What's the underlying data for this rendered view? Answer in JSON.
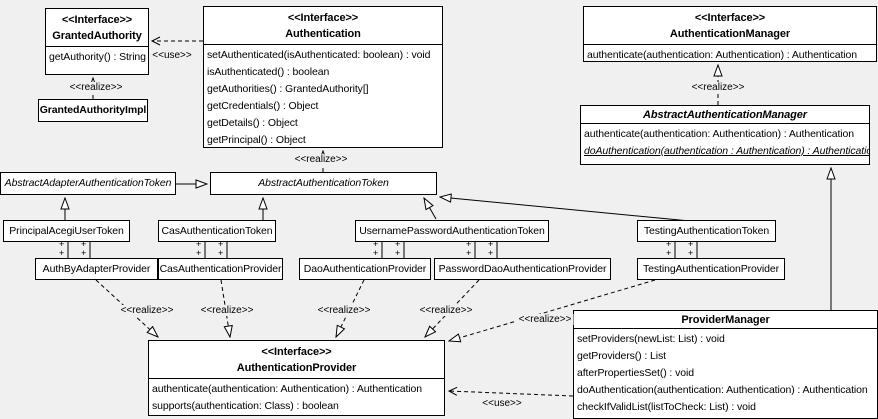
{
  "diagram": {
    "background": "#f0f0f0",
    "box_fill": "#ffffff",
    "line_color": "#000000",
    "labels": {
      "use": "<<use>>",
      "realize": "<<realize>>",
      "plus": "+"
    },
    "classes": {
      "grantedAuthority": {
        "stereotype": "<<Interface>>",
        "name": "GrantedAuthority",
        "methods": [
          "getAuthority() : String"
        ]
      },
      "grantedAuthorityImpl": {
        "name": "GrantedAuthorityImpl"
      },
      "authentication": {
        "stereotype": "<<Interface>>",
        "name": "Authentication",
        "methods": [
          "setAuthenticated(isAuthenticated: boolean) : void",
          "isAuthenticated() : boolean",
          "getAuthorities() : GrantedAuthority[]",
          "getCredentials() : Object",
          "getDetails() : Object",
          "getPrincipal() : Object"
        ]
      },
      "authenticationManager": {
        "stereotype": "<<Interface>>",
        "name": "AuthenticationManager",
        "methods": [
          "authenticate(authentication: Authentication) : Authentication"
        ]
      },
      "abstractAuthenticationManager": {
        "name": "AbstractAuthenticationManager",
        "methods": [
          "authenticate(authentication: Authentication) : Authentication",
          "doAuthentication(authentication : Authentication) : Authentication"
        ]
      },
      "abstractAdapterAuthenticationToken": {
        "name": "AbstractAdapterAuthenticationToken"
      },
      "abstractAuthenticationToken": {
        "name": "AbstractAuthenticationToken"
      },
      "principalAcegiUserToken": {
        "name": "PrincipalAcegiUserToken"
      },
      "casAuthenticationToken": {
        "name": "CasAuthenticationToken"
      },
      "usernamePasswordAuthenticationToken": {
        "name": "UsernamePasswordAuthenticationToken"
      },
      "testingAuthenticationToken": {
        "name": "TestingAuthenticationToken"
      },
      "authByAdapterProvider": {
        "name": "AuthByAdapterProvider"
      },
      "casAuthenticationProvider": {
        "name": "CasAuthenticationProvider"
      },
      "daoAuthenticationProvider": {
        "name": "DaoAuthenticationProvider"
      },
      "passwordDaoAuthenticationProvider": {
        "name": "PasswordDaoAuthenticationProvider"
      },
      "testingAuthenticationProvider": {
        "name": "TestingAuthenticationProvider"
      },
      "authenticationProvider": {
        "stereotype": "<<Interface>>",
        "name": "AuthenticationProvider",
        "methods": [
          "authenticate(authentication: Authentication) : Authentication",
          "supports(authentication: Class) : boolean"
        ]
      },
      "providerManager": {
        "name": "ProviderManager",
        "methods": [
          "setProviders(newList: List) : void",
          "getProviders() : List",
          "afterPropertiesSet() : void",
          "doAuthentication(authentication: Authentication) : Authentication",
          "checkIfValidList(listToCheck: List) : void"
        ]
      }
    }
  }
}
